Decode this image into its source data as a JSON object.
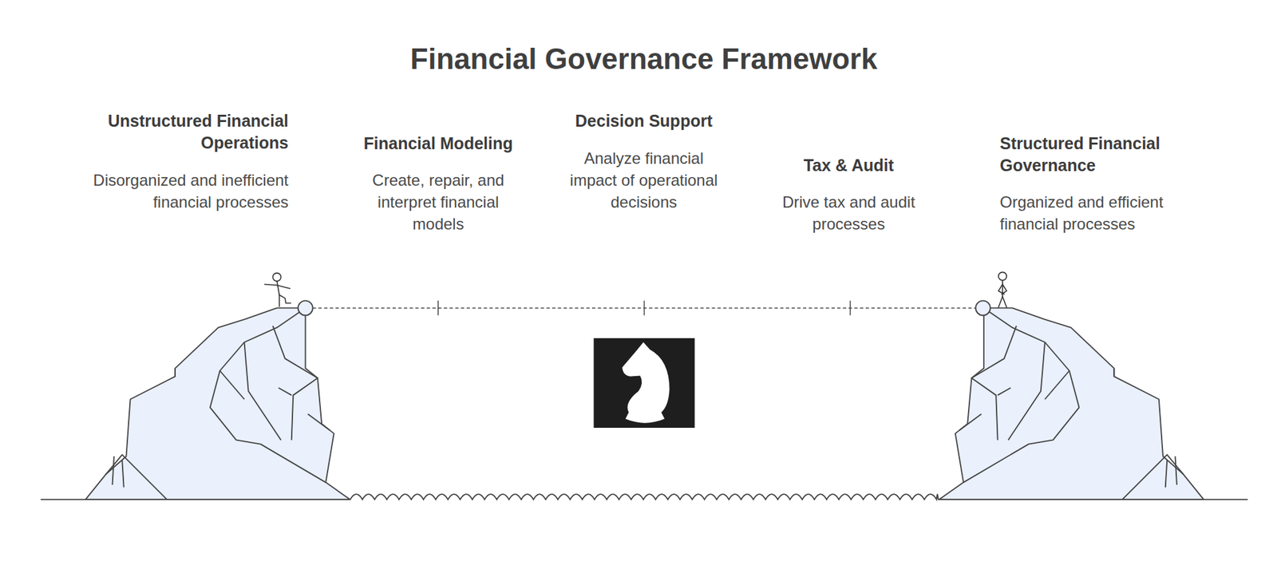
{
  "diagram": {
    "title": "Financial Governance Framework",
    "labels": [
      "Unstructured Financial Operations",
      "Disorganized and inefficient financial processes",
      "Financial Modeling",
      "Create, repair, and interpret financial models",
      "Decision Support",
      "Analyze financial impact of operational decisions",
      "Tax & Audit",
      "Drive tax and audit processes",
      "Structured Financial Governance",
      "Organized and efficient financial processes"
    ]
  }
}
